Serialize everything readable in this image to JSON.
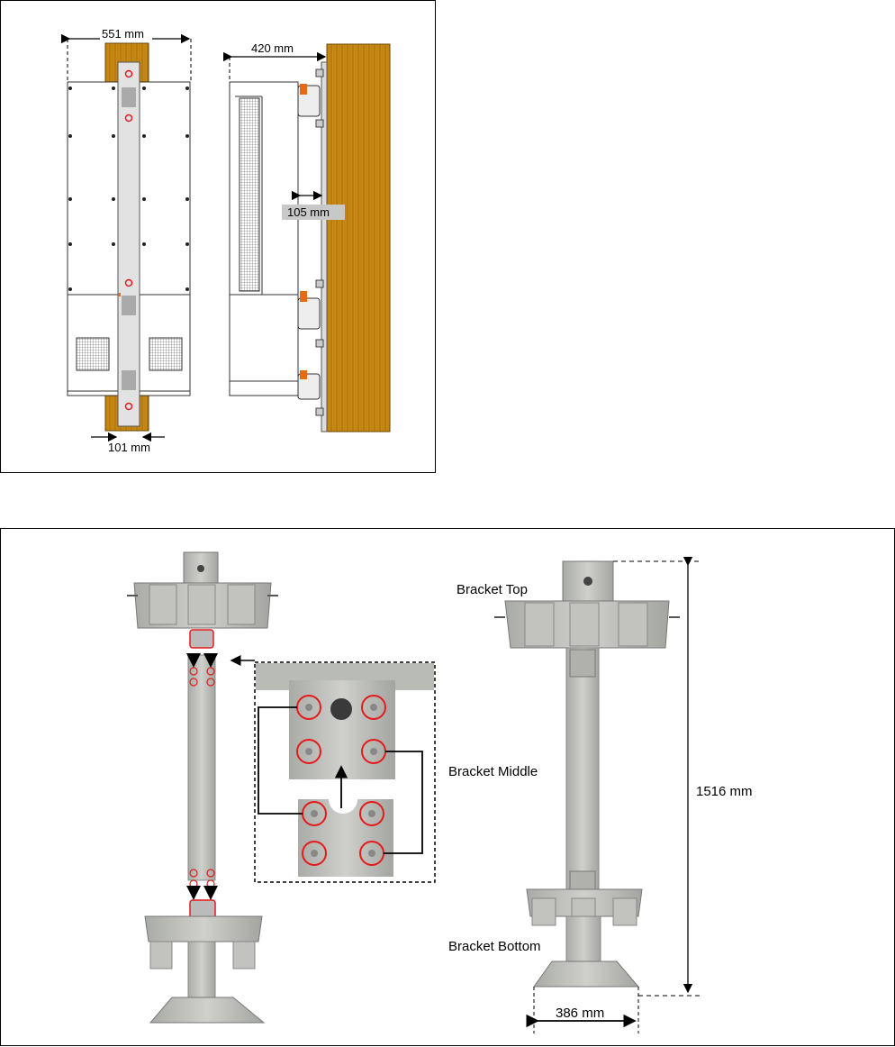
{
  "top_diagram": {
    "front_width": "551 mm",
    "side_depth": "420 mm",
    "gap": "105 mm",
    "bracket_width": "101 mm"
  },
  "bottom_diagram": {
    "bracket_top": "Bracket Top",
    "bracket_middle": "Bracket Middle",
    "bracket_bottom": "Bracket Bottom",
    "height": "1516 mm",
    "base_width": "386 mm"
  },
  "colors": {
    "wood": "#c98a12",
    "wood_dark": "#8a5a08",
    "metal": "#b9bbb7",
    "metal_dark": "#8f918d",
    "marker": "#e41b1b",
    "orange": "#e86a10"
  }
}
